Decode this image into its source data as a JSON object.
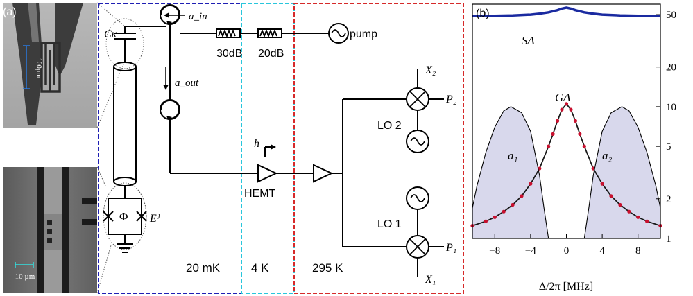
{
  "panel_a": {
    "label": "(a)",
    "scale_top": "100µm",
    "scale_bottom": "10 µm"
  },
  "circuit": {
    "c_kappa": "Cκ",
    "phi": "Φ",
    "e_j": "Eᴶ",
    "a_in": "a_in",
    "a_out": "a_out",
    "att1": "30dB",
    "att2": "20dB",
    "pump": "pump",
    "h": "h",
    "hemt": "HEMT",
    "lo2": "LO 2",
    "lo1": "LO 1",
    "x2": "X₂",
    "p2": "P₂",
    "x1": "X₁",
    "p1": "P₁",
    "temp1": "20 mK",
    "temp2": "4 K",
    "temp3": "295 K",
    "colors": {
      "stage1": "#1f1fb4",
      "stage2": "#29c6dc",
      "stage3": "#d62a2a"
    }
  },
  "chart_data": {
    "type": "line",
    "panel_label": "(b)",
    "xlabel": "Δ/2π [MHz]",
    "ylabel": "",
    "yscale": "log",
    "xlim": [
      -10.5,
      10.5
    ],
    "ylim": [
      1,
      60
    ],
    "xticks": [
      -8,
      -4,
      0,
      4,
      8
    ],
    "xtick_labels": [
      "−8",
      "−4",
      "0",
      "4",
      "8"
    ],
    "yticks": [
      1,
      2,
      5,
      10,
      20,
      50
    ],
    "ytick_labels": [
      "1",
      "2",
      "5",
      "10",
      "20",
      "50"
    ],
    "grid": false,
    "series": [
      {
        "name": "SΔ",
        "color": "#1a2aa0",
        "x": [
          -10.5,
          -8,
          -6,
          -4,
          -3,
          -2,
          -1,
          -0.5,
          0,
          0.5,
          1,
          2,
          3,
          4,
          6,
          8,
          10.5
        ],
        "y": [
          49,
          49,
          49.3,
          50,
          50.8,
          52,
          54,
          55.5,
          56.5,
          55.5,
          54,
          52,
          50.8,
          50,
          49.3,
          49,
          49
        ]
      },
      {
        "name": "GΔ",
        "color": "#1a1a1a",
        "x": [
          -10.5,
          -9,
          -8,
          -7,
          -6,
          -5,
          -4,
          -3,
          -2,
          -1.5,
          -1,
          -0.5,
          0,
          0.5,
          1,
          1.5,
          2,
          3,
          4,
          5,
          6,
          7,
          8,
          9,
          10.5
        ],
        "y": [
          1.25,
          1.35,
          1.45,
          1.6,
          1.8,
          2.1,
          2.6,
          3.4,
          5.0,
          6.2,
          7.8,
          9.5,
          10.5,
          9.5,
          7.8,
          6.2,
          5.0,
          3.4,
          2.6,
          2.1,
          1.8,
          1.6,
          1.45,
          1.35,
          1.25
        ]
      },
      {
        "name": "a₁",
        "color": "#000000",
        "fill": "#d8d8ec",
        "x": [
          -10.5,
          -10,
          -9,
          -8,
          -7,
          -6.2,
          -5,
          -4,
          -3,
          -2.5,
          -2
        ],
        "y": [
          1.7,
          2.5,
          4.5,
          7.0,
          9.3,
          10.0,
          9.0,
          6.5,
          3.0,
          1.7,
          1
        ]
      },
      {
        "name": "a₂",
        "color": "#000000",
        "fill": "#d8d8ec",
        "x": [
          2,
          2.5,
          3,
          4,
          5,
          6.2,
          7,
          8,
          9,
          10,
          10.5
        ],
        "y": [
          1,
          1.7,
          3.0,
          6.5,
          9.0,
          10.0,
          9.3,
          7.0,
          4.5,
          2.5,
          1.7
        ]
      }
    ],
    "annotations": [
      "SΔ",
      "GΔ",
      "a₁",
      "a₂"
    ]
  }
}
